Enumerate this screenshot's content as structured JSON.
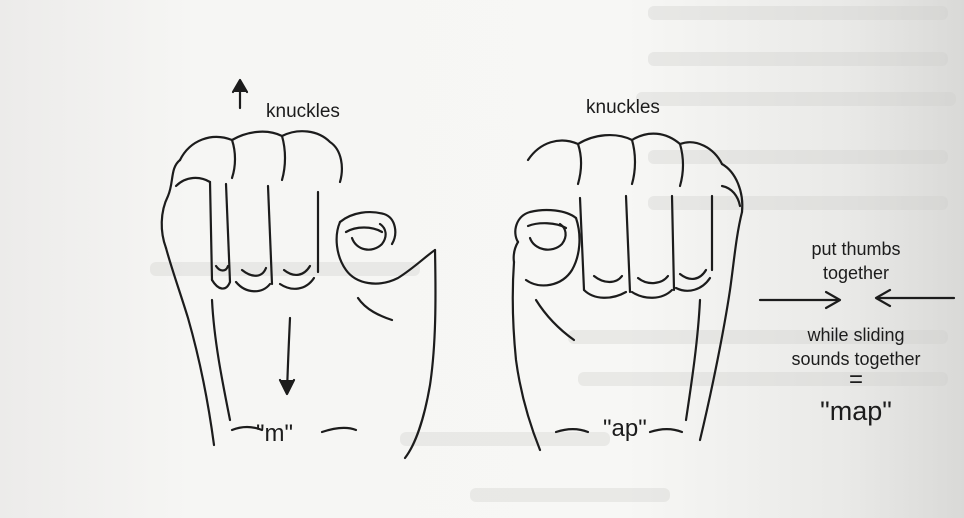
{
  "labels": {
    "left_knuckles": "knuckles",
    "right_knuckles": "knuckles",
    "left_sound": "\"m\"",
    "right_sound": "\"ap\"",
    "put_thumbs": "put thumbs",
    "together": "together",
    "while_sliding": "while sliding",
    "sounds_together": "sounds together",
    "equals": "=",
    "result": "\"map\""
  },
  "colors": {
    "ink": "#1c1c1c",
    "paper": "#f4f4f2"
  }
}
